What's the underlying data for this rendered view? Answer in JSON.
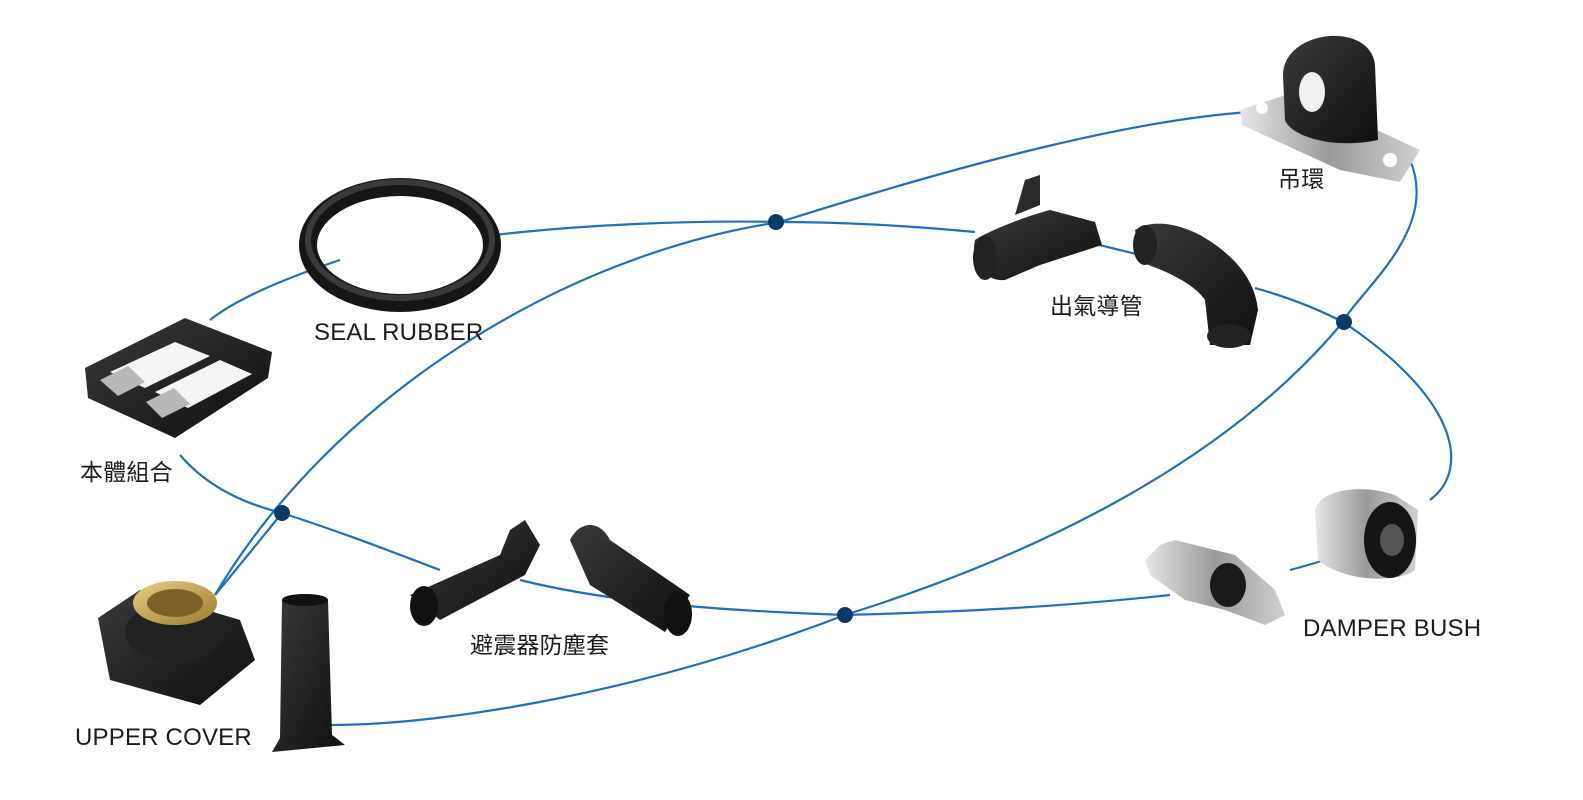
{
  "products": {
    "hanger": {
      "name": "吊環"
    },
    "exhaust_pipe": {
      "name": "出氣導管"
    },
    "seal_rubber": {
      "name": "SEAL RUBBER"
    },
    "body_assembly": {
      "name": "本體組合"
    },
    "dust_cover": {
      "name": "避震器防塵套"
    },
    "upper_cover": {
      "name": "UPPER COVER"
    },
    "damper_bush": {
      "name": "DAMPER BUSH"
    }
  },
  "colors": {
    "orbit_line": "#1f6fbf",
    "node": "#0c3a66",
    "rubber": "#1c1c1c",
    "metal": "#b9b9b9",
    "brass": "#c9a24a",
    "label": "#1b1b1b"
  },
  "icons": [
    "orbit-node-icon"
  ]
}
